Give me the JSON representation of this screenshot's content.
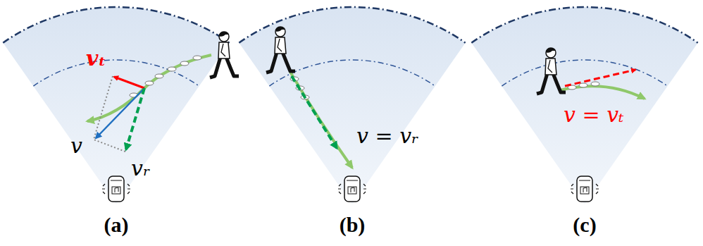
{
  "diagram": {
    "labels": [
      "vₜ",
      "v",
      "vᵣ",
      "v = vᵣ",
      "v = vₜ",
      "(a)",
      "(b)",
      "(c)"
    ]
  }
}
